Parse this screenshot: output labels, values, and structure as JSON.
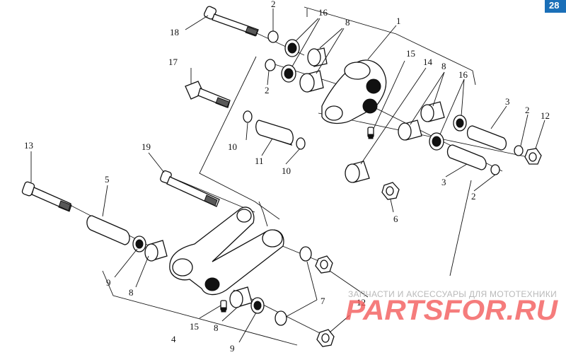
{
  "page_badge": "28",
  "callouts": {
    "c1": "1",
    "c2a": "2",
    "c2b": "2",
    "c2c": "2",
    "c2d": "2",
    "c3a": "3",
    "c3b": "3",
    "c4": "4",
    "c5": "5",
    "c6": "6",
    "c7": "7",
    "c8a": "8",
    "c8b": "8",
    "c8c": "8",
    "c8d": "8",
    "c9a": "9",
    "c9b": "9",
    "c10a": "10",
    "c10b": "10",
    "c11": "11",
    "c12a": "12",
    "c12b": "12",
    "c13": "13",
    "c14": "14",
    "c15a": "15",
    "c15b": "15",
    "c16a": "16",
    "c16b": "16",
    "c17": "17",
    "c18": "18",
    "c19": "19"
  },
  "watermark": {
    "caption": "ЗАПЧАСТИ И АКСЕССУАРЫ ДЛЯ МОТОТЕХНИКИ",
    "brand": "PARTSFOR.RU"
  }
}
